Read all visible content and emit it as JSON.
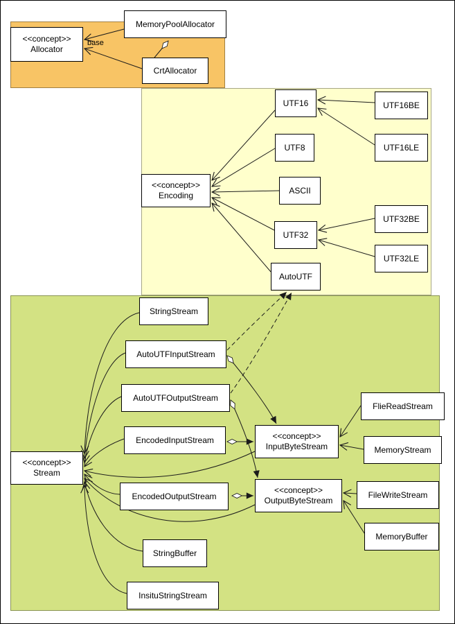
{
  "colors": {
    "allocator_region": "#f8c465",
    "encoding_region": "#ffffcc",
    "stream_region": "#d3e283",
    "node_fill": "#ffffff",
    "line": "#1b1b1b"
  },
  "nodes": {
    "allocator": {
      "stereotype": "<<concept>>",
      "label": "Allocator"
    },
    "memory_pool_allocator": {
      "label": "MemoryPoolAllocator"
    },
    "crt_allocator": {
      "label": "CrtAllocator"
    },
    "encoding": {
      "stereotype": "<<concept>>",
      "label": "Encoding"
    },
    "utf16": {
      "label": "UTF16"
    },
    "utf8": {
      "label": "UTF8"
    },
    "ascii": {
      "label": "ASCII"
    },
    "utf32": {
      "label": "UTF32"
    },
    "autoutf": {
      "label": "AutoUTF"
    },
    "utf16be": {
      "label": "UTF16BE"
    },
    "utf16le": {
      "label": "UTF16LE"
    },
    "utf32be": {
      "label": "UTF32BE"
    },
    "utf32le": {
      "label": "UTF32LE"
    },
    "string_stream": {
      "label": "StringStream"
    },
    "autoutf_input_stream": {
      "label": "AutoUTFInputStream"
    },
    "autoutf_output_stream": {
      "label": "AutoUTFOutputStream"
    },
    "encoded_input_stream": {
      "label": "EncodedInputStream"
    },
    "encoded_output_stream": {
      "label": "EncodedOutputStream"
    },
    "stream": {
      "stereotype": "<<concept>>",
      "label": "Stream"
    },
    "input_byte_stream": {
      "stereotype": "<<concept>>",
      "label": "InputByteStream"
    },
    "output_byte_stream": {
      "stereotype": "<<concept>>",
      "label": "OutputByteStream"
    },
    "flie_read_stream": {
      "label": "FlieReadStream"
    },
    "memory_stream": {
      "label": "MemoryStream"
    },
    "file_write_stream": {
      "label": "FileWriteStream"
    },
    "memory_buffer": {
      "label": "MemoryBuffer"
    },
    "string_buffer": {
      "label": "StringBuffer"
    },
    "insitu_string_stream": {
      "label": "InsituStringStream"
    }
  },
  "edge_labels": {
    "base": "base"
  }
}
